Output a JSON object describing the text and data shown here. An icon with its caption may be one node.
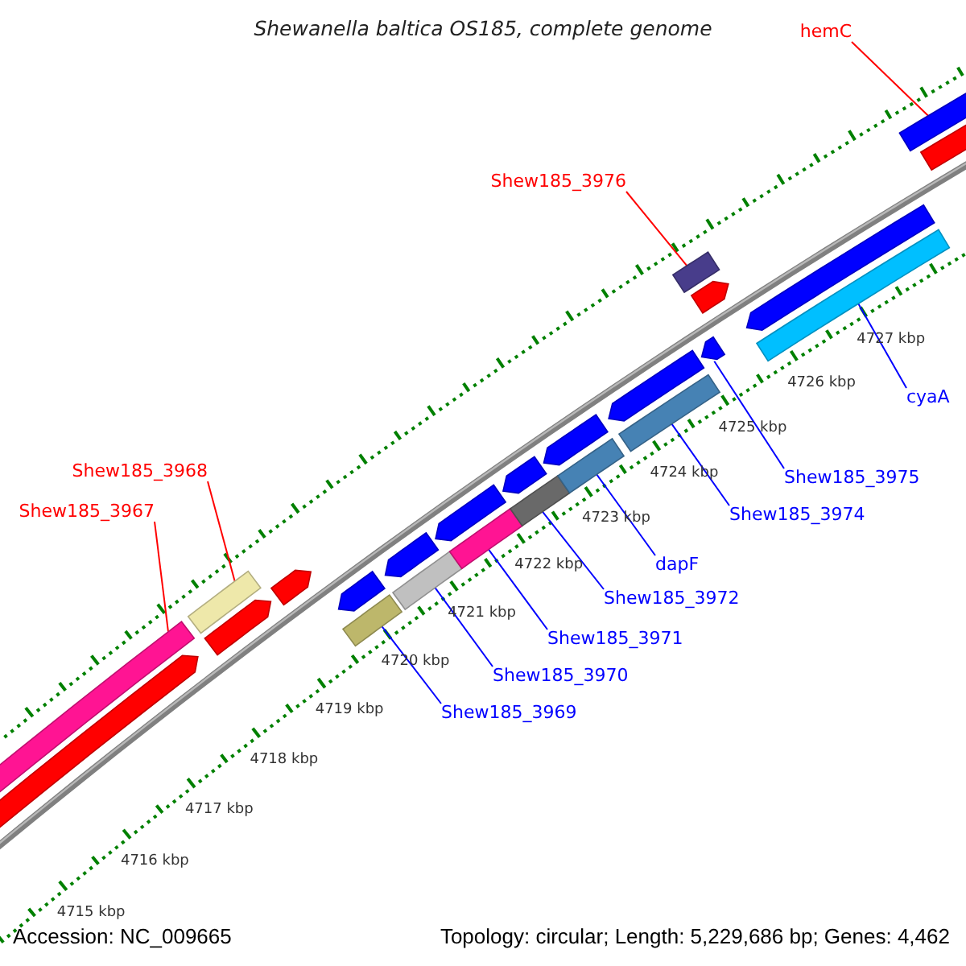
{
  "diagram": {
    "title": "Shewanella baltica OS185, complete genome",
    "nodes": [
      {
        "text": [
          "hemC"
        ]
      },
      {
        "text": [
          "Shew185_3976"
        ]
      },
      {
        "text": [
          "cyaA"
        ]
      },
      {
        "text": [
          "Shew185_3968"
        ]
      },
      {
        "text": [
          "Shew185_3975"
        ]
      },
      {
        "text": [
          "Shew185_3967"
        ]
      },
      {
        "text": [
          "Shew185_3974"
        ]
      },
      {
        "text": [
          "dapF"
        ]
      },
      {
        "text": [
          "Shew185_3972"
        ]
      },
      {
        "text": [
          "Shew185_3971"
        ]
      },
      {
        "text": [
          "Shew185_3970"
        ]
      },
      {
        "text": [
          "Shew185_3969"
        ]
      },
      {
        "text": [],
        "shape": "bar"
      },
      {
        "text": [],
        "shape": "bar"
      },
      {
        "text": [],
        "shape": "bar"
      },
      {
        "text": [],
        "shape": "bar"
      },
      {
        "text": [],
        "shape": "bar"
      },
      {
        "text": [],
        "shape": "bar"
      },
      {
        "text": [],
        "shape": "bar"
      },
      {
        "text": [],
        "shape": "bar"
      },
      {
        "text": [],
        "shape": "bar"
      },
      {
        "text": [],
        "shape": "bar"
      },
      {
        "text": [],
        "shape": "bar"
      },
      {
        "text": [],
        "shape": "bar"
      },
      {
        "text": [],
        "shape": "bar"
      },
      {
        "text": [],
        "shape": "bar"
      },
      {
        "text": [],
        "shape": "bar"
      },
      {
        "text": [],
        "shape": "bar"
      },
      {
        "text": [],
        "shape": "bar"
      },
      {
        "text": [],
        "shape": "bar"
      },
      {
        "text": [],
        "shape": "bar"
      },
      {
        "text": [],
        "shape": "bar"
      },
      {
        "text": [],
        "shape": "bar"
      },
      {
        "text": [],
        "shape": "bar"
      },
      {
        "text": [],
        "shape": "bar"
      },
      {
        "text": [],
        "shape": "bar"
      }
    ],
    "edges": [
      {
        "from": 0,
        "to": 34,
        "arrow": "none",
        "color": "#ff0000"
      },
      {
        "from": 1,
        "to": 30,
        "arrow": "none",
        "color": "#ff0000"
      },
      {
        "from": 2,
        "to": 33,
        "arrow": "none"
      },
      {
        "from": 3,
        "to": 14,
        "arrow": "none",
        "color": "#ff0000"
      },
      {
        "from": 4,
        "to": 29,
        "arrow": "none"
      },
      {
        "from": 5,
        "to": 12,
        "arrow": "none",
        "color": "#ff0000"
      },
      {
        "from": 6,
        "to": 27,
        "arrow": "none"
      },
      {
        "from": 7,
        "to": 25,
        "arrow": "none"
      },
      {
        "from": 8,
        "to": 23,
        "arrow": "none"
      },
      {
        "from": 9,
        "to": 22,
        "arrow": "none"
      },
      {
        "from": 10,
        "to": 19,
        "arrow": "none"
      },
      {
        "from": 11,
        "to": 18,
        "arrow": "none"
      }
    ],
    "labels": [
      "4727 kbp",
      "4726 kbp",
      "4725 kbp",
      "4724 kbp",
      "4723 kbp",
      "4722 kbp",
      "4721 kbp",
      "4720 kbp",
      "4719 kbp",
      "4718 kbp",
      "4717 kbp",
      "4716 kbp",
      "4715 kbp",
      "Accession: NC_009665",
      "Topology: circular; Length: 5,229,686 bp; Genes: 4,462"
    ]
  }
}
